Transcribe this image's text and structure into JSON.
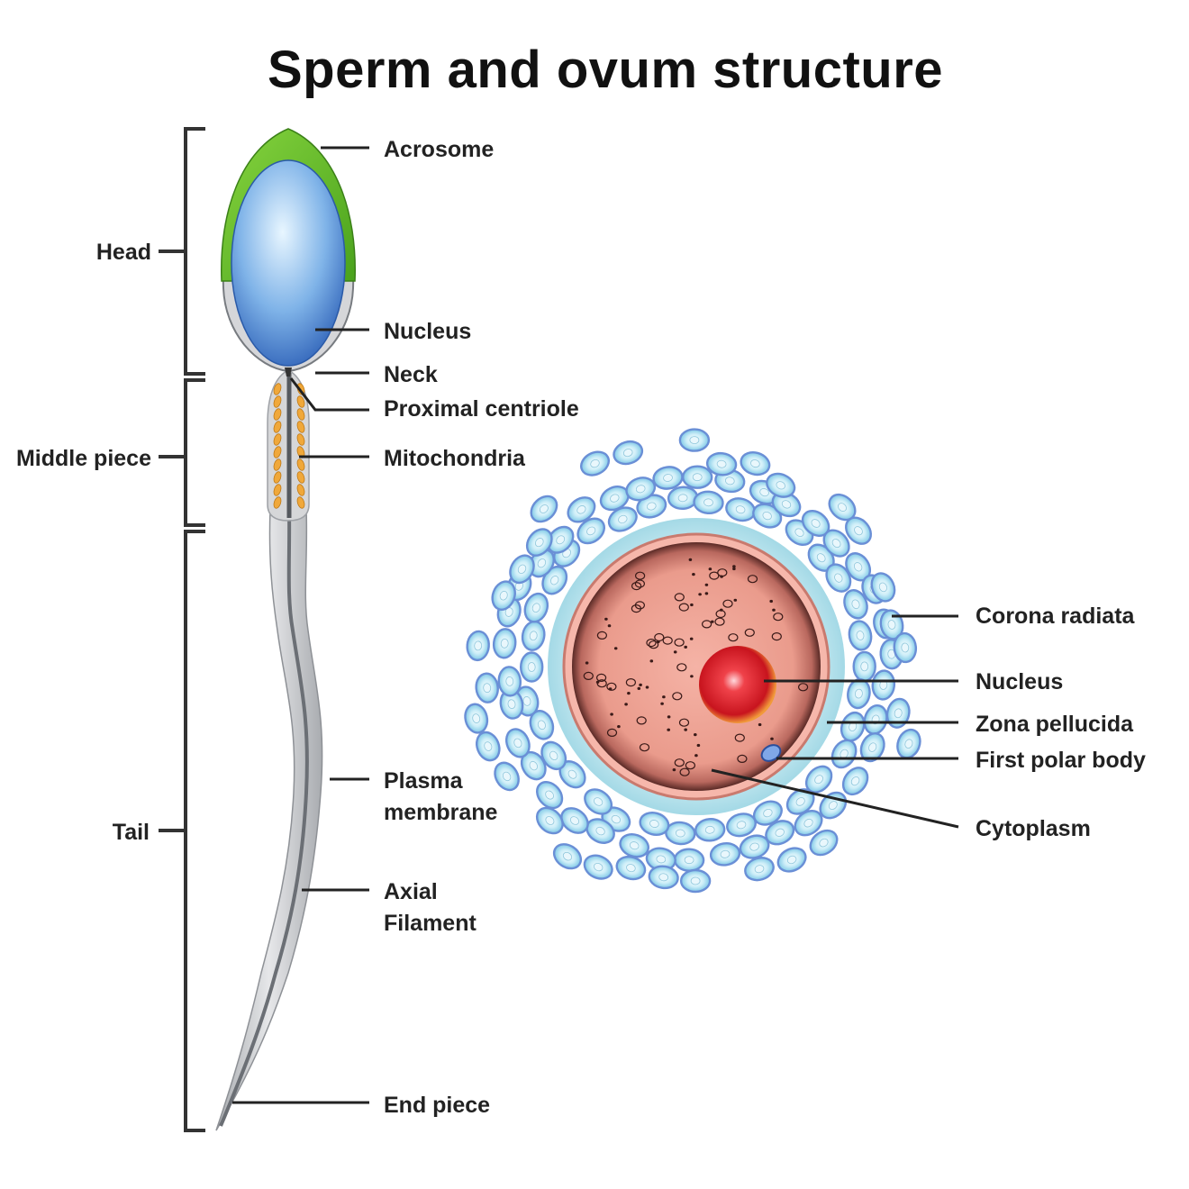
{
  "title": "Sperm and ovum structure",
  "sperm": {
    "regions": {
      "head": "Head",
      "middle_piece": "Middle piece",
      "tail": "Tail"
    },
    "labels": {
      "acrosome": "Acrosome",
      "nucleus": "Nucleus",
      "neck": "Neck",
      "proximal_centriole": "Proximal centriole",
      "mitochondria": "Mitochondria",
      "plasma_membrane_1": "Plasma",
      "plasma_membrane_2": "membrane",
      "axial_filament_1": "Axial",
      "axial_filament_2": "Filament",
      "end_piece": "End piece"
    }
  },
  "ovum": {
    "labels": {
      "corona_radiata": "Corona radiata",
      "nucleus": "Nucleus",
      "zona_pellucida": "Zona pellucida",
      "first_polar_body": "First polar body",
      "cytoplasm": "Cytoplasm"
    }
  },
  "colors": {
    "acrosome": "#6cc12e",
    "sperm_nucleus": "#3f7fd0",
    "mitochondria": "#f0a83a",
    "corona_cell": "#b9e3f2",
    "zona_pellucida": "#a8dbe6",
    "cytoplasm": "#e99a8a",
    "ovum_nucleus": "#d8202a"
  }
}
